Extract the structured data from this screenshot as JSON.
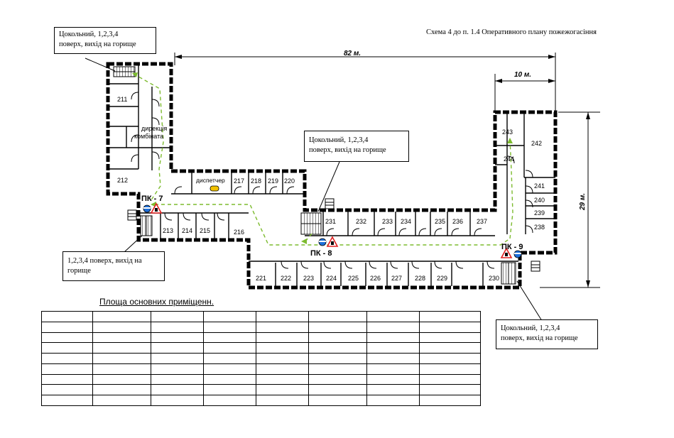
{
  "title": "Схема 4 до п. 1.4 Оперативного плану пожежогасіння",
  "dimensions": {
    "length": "82 м.",
    "wing": "10 м.",
    "height": "29 м."
  },
  "callouts": {
    "top_left": [
      "Цокольний, 1,2,3,4",
      "поверх, вихід на горище"
    ],
    "center": [
      "Цокольний, 1,2,3,4",
      "поверх, вихід на горище"
    ],
    "bottom_left": [
      "1,2,3,4 поверх, вихід на",
      "горище"
    ],
    "bottom_right": [
      "Цокольний, 1,2,3,4",
      "поверх, вихід на горище"
    ]
  },
  "hydrants": {
    "pk7": "ПК - 7",
    "pk8": "ПК - 8",
    "pk9": "ПК - 9"
  },
  "labels": {
    "direction": [
      "дирекція",
      "комбіната"
    ],
    "dispatcher": "диспетчер"
  },
  "rooms": {
    "r211": "211",
    "r212": "212",
    "r213": "213",
    "r214": "214",
    "r215": "215",
    "r216": "216",
    "r217": "217",
    "r218": "218",
    "r219": "219",
    "r220": "220",
    "r221": "221",
    "r222": "222",
    "r223": "223",
    "r224": "224",
    "r225": "225",
    "r226": "226",
    "r227": "227",
    "r228": "228",
    "r229": "229",
    "r230": "230",
    "r231": "231",
    "r232": "232",
    "r233": "233",
    "r234": "234",
    "r235": "235",
    "r236": "236",
    "r237": "237",
    "r238": "238",
    "r239": "239",
    "r240": "240",
    "r241": "241",
    "r242": "242",
    "r243": "243",
    "r244": "244"
  },
  "area_table": {
    "title": "Площа основних приміщенн.",
    "rows": 9,
    "cols": 8
  },
  "colors": {
    "route": "#7dbb2f",
    "walls": "#000000",
    "hydrant": "#1e6fd9",
    "warning": "#e02020",
    "lamp": "#f2c200"
  }
}
